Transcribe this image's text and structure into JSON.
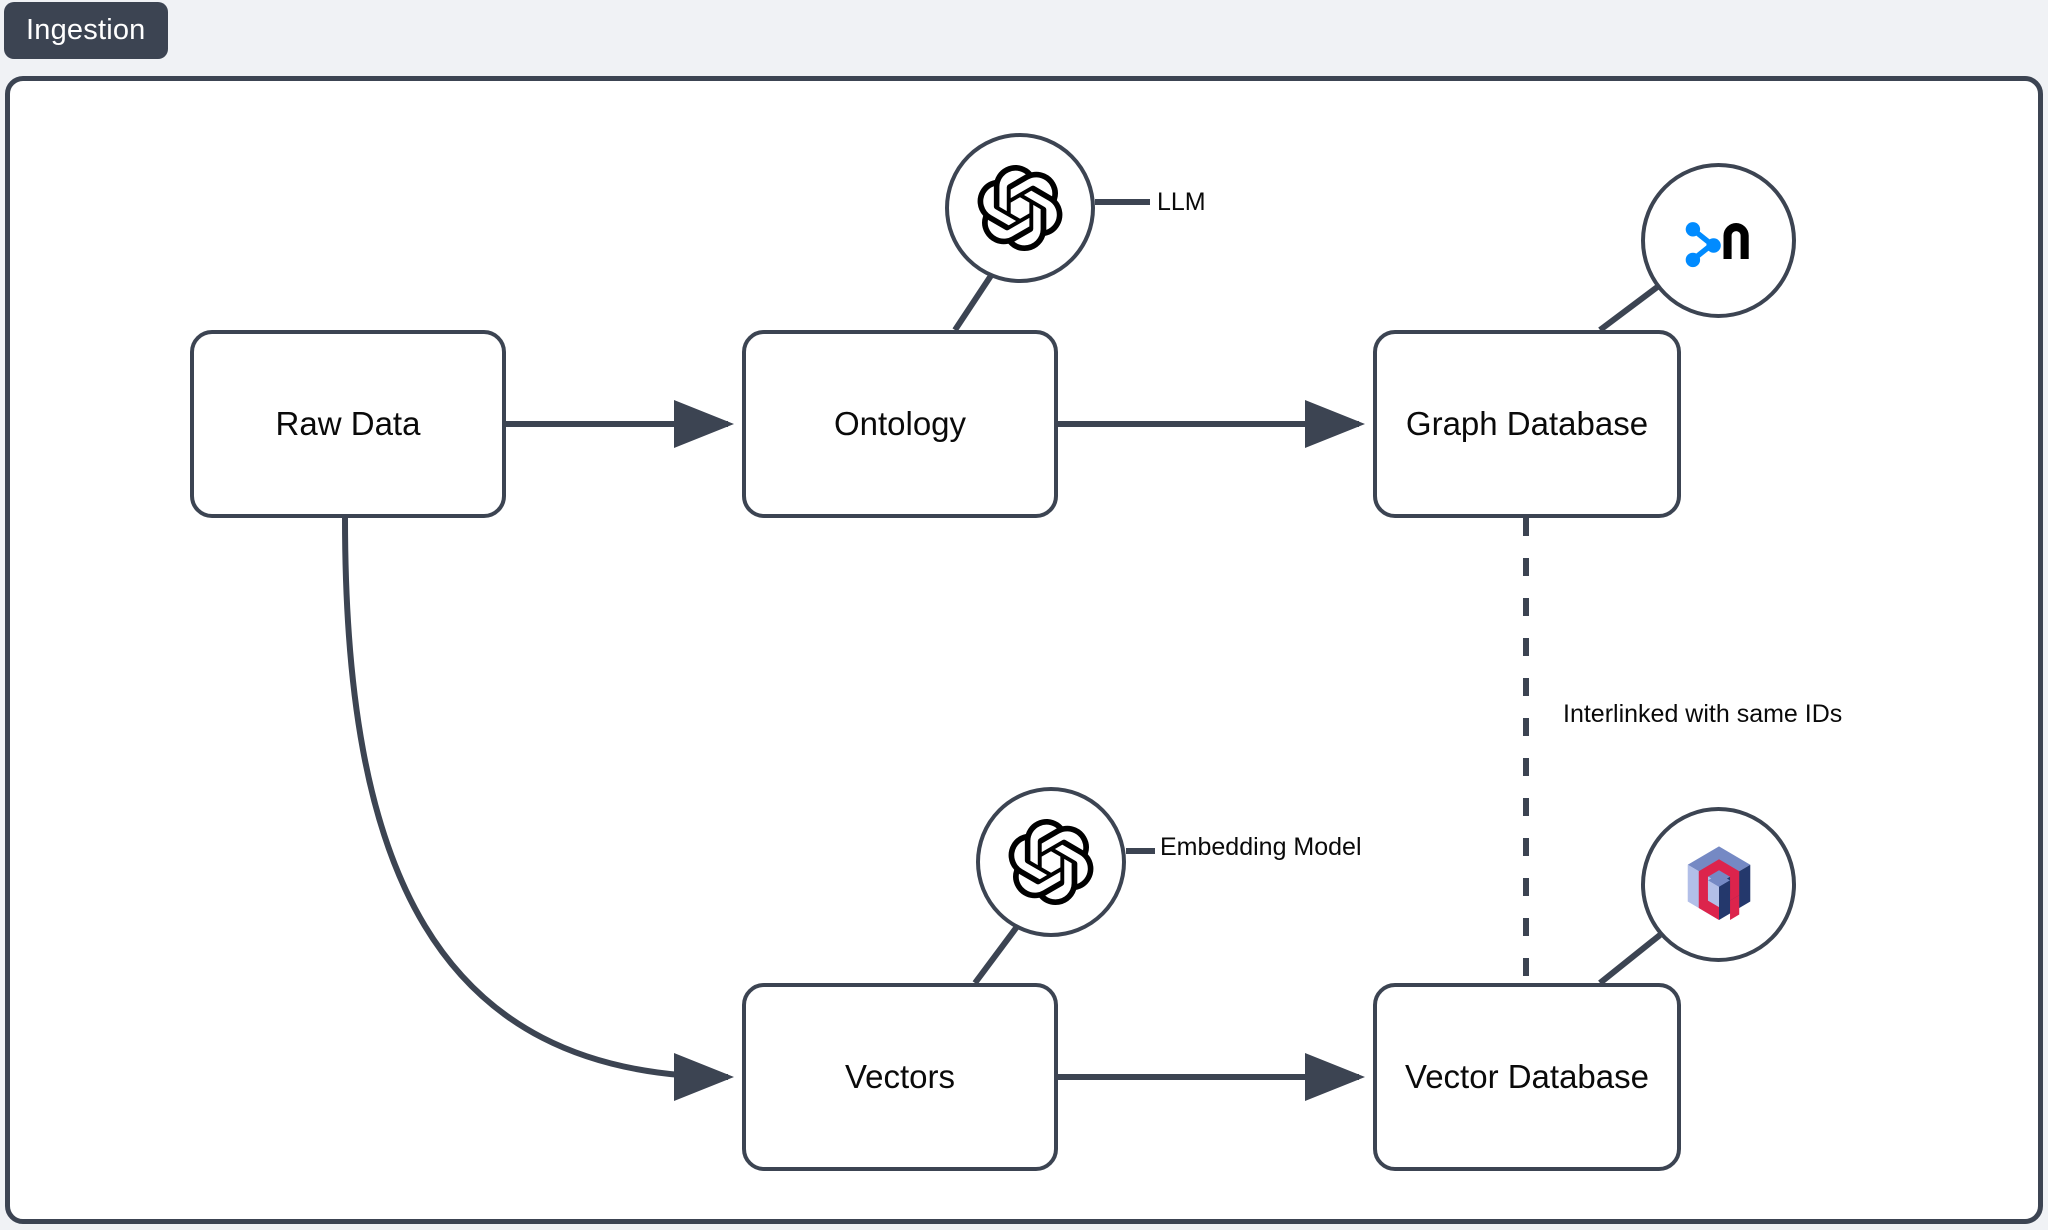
{
  "badge": {
    "label": "Ingestion"
  },
  "diagram": {
    "title": "Ingestion",
    "colors": {
      "stroke": "#3c4452",
      "node_fill": "#ffffff",
      "page_background": "#f0f2f5",
      "badge_background": "#3c4452",
      "badge_text": "#ffffff",
      "text": "#0a0a0a",
      "neo4j_blue": "#018bff",
      "neo4j_black": "#000000",
      "qdrant_red": "#dc244c",
      "qdrant_light": "#b2bfe8",
      "qdrant_mid": "#7589c4",
      "qdrant_dark": "#24386c"
    },
    "nodes": [
      {
        "id": "raw-data",
        "label": "Raw Data"
      },
      {
        "id": "ontology",
        "label": "Ontology"
      },
      {
        "id": "graph-db",
        "label": "Graph Database"
      },
      {
        "id": "vectors",
        "label": "Vectors"
      },
      {
        "id": "vector-db",
        "label": "Vector Database"
      }
    ],
    "annotations": [
      {
        "id": "llm",
        "label": "LLM",
        "icon": "openai-logo-icon"
      },
      {
        "id": "embedding",
        "label": "Embedding Model",
        "icon": "openai-logo-icon"
      },
      {
        "id": "neo4j",
        "label": "",
        "icon": "neo4j-logo-icon"
      },
      {
        "id": "qdrant",
        "label": "",
        "icon": "qdrant-logo-icon"
      }
    ],
    "edges": [
      {
        "from": "raw-data",
        "to": "ontology",
        "style": "solid",
        "arrow": true,
        "label": ""
      },
      {
        "from": "ontology",
        "to": "graph-db",
        "style": "solid",
        "arrow": true,
        "label": ""
      },
      {
        "from": "raw-data",
        "to": "vectors",
        "style": "curved",
        "arrow": true,
        "label": ""
      },
      {
        "from": "vectors",
        "to": "vector-db",
        "style": "solid",
        "arrow": true,
        "label": ""
      },
      {
        "from": "graph-db",
        "to": "vector-db",
        "style": "dashed",
        "arrow": false,
        "label": "Interlinked with same IDs"
      }
    ]
  }
}
